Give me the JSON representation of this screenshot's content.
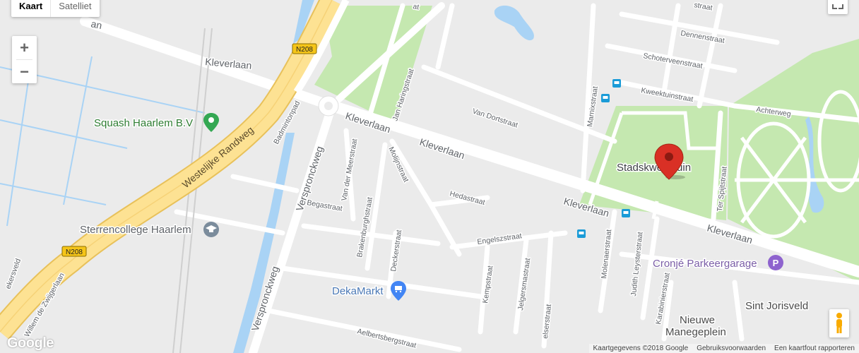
{
  "map_type": {
    "map": "Kaart",
    "satellite": "Satelliet"
  },
  "zoom": {
    "in": "+",
    "out": "−"
  },
  "roads": {
    "kleverlaan": "Kleverlaan",
    "n208": "N208",
    "westelijke_randweg": "Westelijke Randweg",
    "badmintonpad": "Badmintonpad",
    "verspronckweg": "Verspronckweg",
    "van_der_meerstraat": "Van der Meerstraat",
    "begastraat": "Begastraat",
    "brakenburghstraat": "Brakenburghstraat",
    "deckerstraat": "Deckerstraat",
    "molijnstraat": "Molijnstraat",
    "hedastraat": "Hedastraat",
    "engelszstraat": "Engelszstraat",
    "kempstraat": "Kempstraat",
    "jelgersmastraat": "Jelgersmastraat",
    "elserstraat": "elserstraat",
    "molenaerstraat": "Molenaerstraat",
    "judith_leysterstraat": "Judith Leysterstraat",
    "karabinierstraat": "Karabinierstraat",
    "jan_haringstraat": "Jan Haringstraat",
    "van_dortstraat": "Van Dortstraat",
    "marnixstraat": "Marnixstraat",
    "kweektuinstraat": "Kweektuinstraat",
    "schoterveenstraat": "Schoterveenstraat",
    "dennenstraat": "Dennenstraat",
    "ter_spijtstraat": "Ter Spijtstraat",
    "achterweg": "Achterweg",
    "aelbertsbergstraat": "Aelbertsbergstraat",
    "willem_de_zwijgerlaan": "Willem de Zwijgerlaan",
    "ekersveld": "ekersveld",
    "top_an": "an",
    "top_straat": "straat",
    "top_at": "at"
  },
  "pois": {
    "squash": "Squash Haarlem B.V",
    "sterrencollege": "Sterrencollege Haarlem",
    "dekamarkt": "DekaMarkt",
    "cronje": "Cronjé Parkeergarage",
    "stadskweektuin": "Stadskweektuin",
    "sint_jorisveld": "Sint Jorisveld",
    "nieuwe_manegeplein_1": "Nieuwe",
    "nieuwe_manegeplein_2": "Manegeplein"
  },
  "attribution": {
    "data": "Kaartgegevens ©2018 Google",
    "terms": "Gebruiksvoorwaarden",
    "report": "Een kaartfout rapporteren"
  },
  "google_logo": "Google",
  "colors": {
    "park": "#c5e8b0",
    "water": "#a9d3f5",
    "highway": "#fde293",
    "road": "#ffffff",
    "land": "#ebebeb",
    "marker": "#d93025"
  }
}
